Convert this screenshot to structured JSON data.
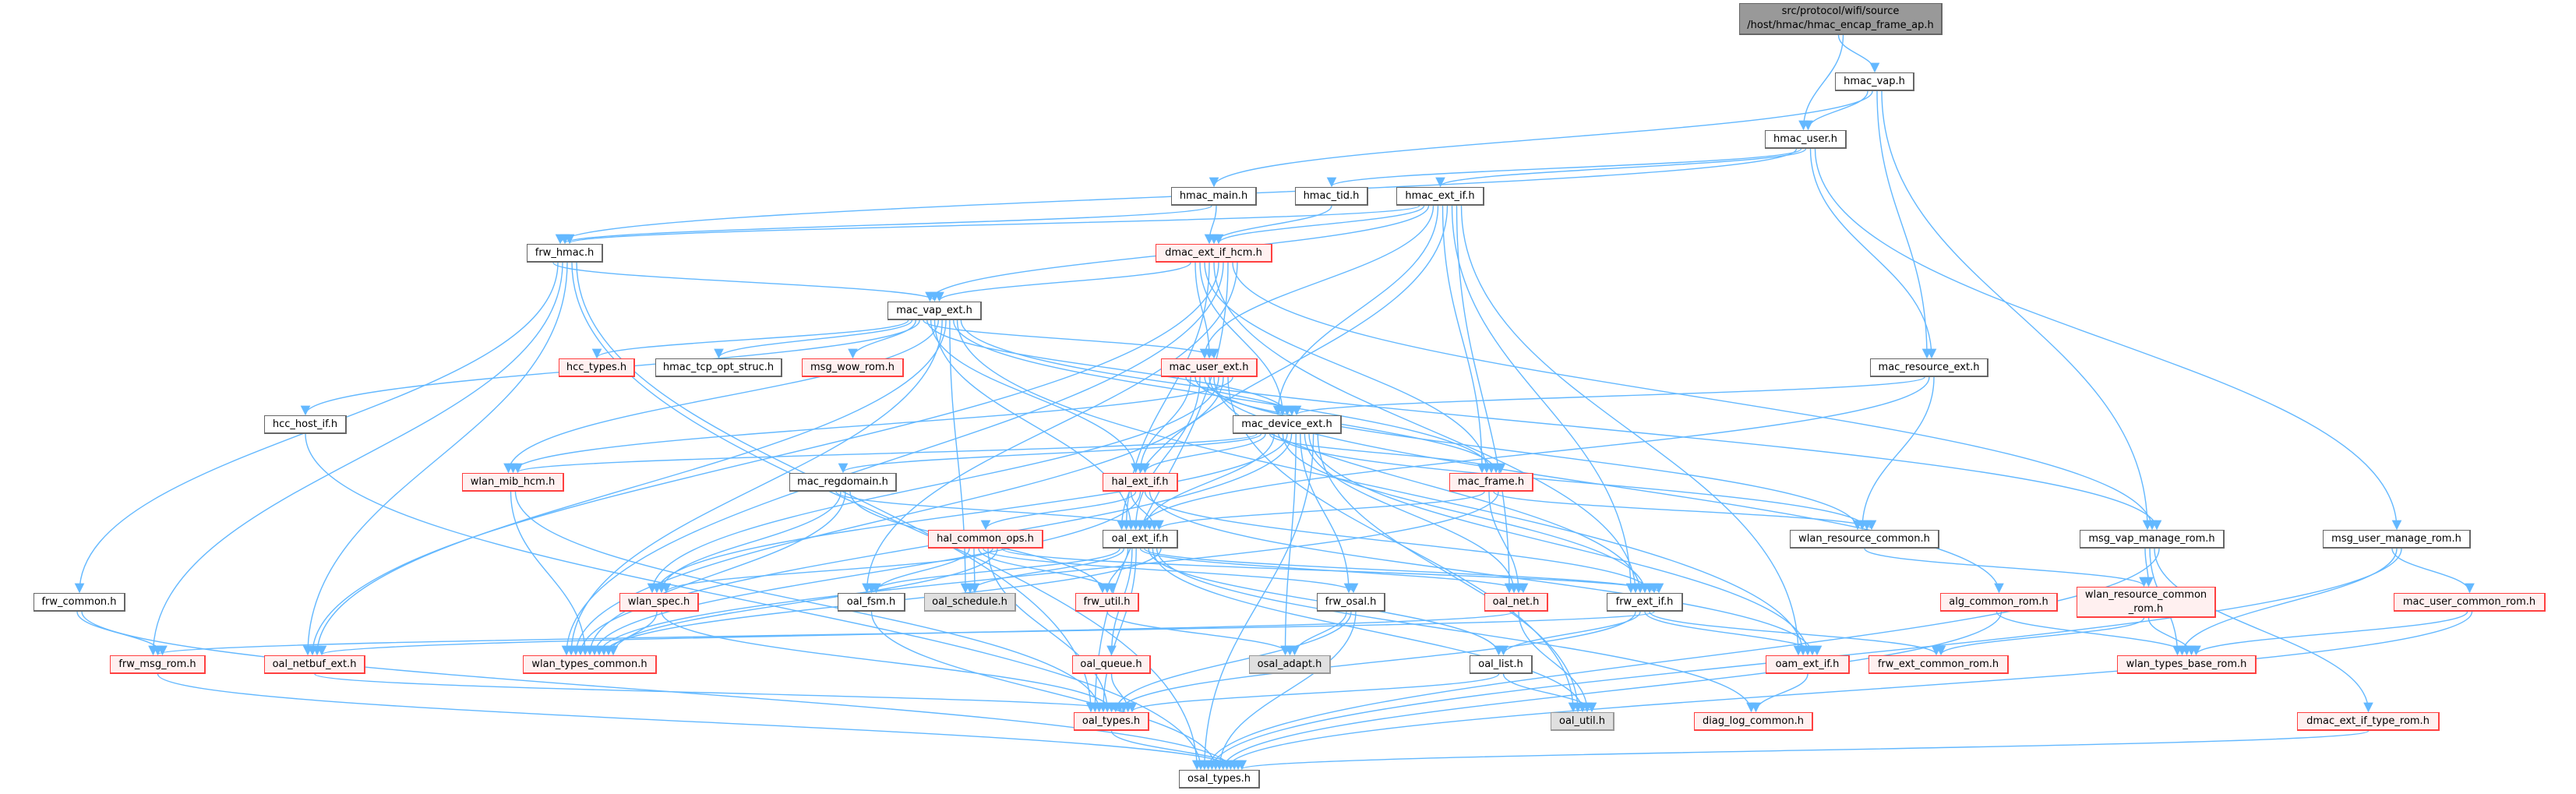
{
  "colors": {
    "edge": "#63b8ff",
    "missing_border": "#ff4040",
    "missing_fill": "#fff0f0",
    "external_fill": "#e0e0e0",
    "root_fill": "#999999"
  },
  "nodes": {
    "root": "src/protocol/wifi/source\n/host/hmac/hmac_encap_frame_ap.h",
    "hmac_vap": "hmac_vap.h",
    "hmac_user": "hmac_user.h",
    "hmac_main": "hmac_main.h",
    "hmac_tid": "hmac_tid.h",
    "hmac_ext_if": "hmac_ext_if.h",
    "frw_hmac": "frw_hmac.h",
    "dmac_ext_if_hcm": "dmac_ext_if_hcm.h",
    "mac_vap_ext": "mac_vap_ext.h",
    "hcc_types": "hcc_types.h",
    "hmac_tcp_opt_struc": "hmac_tcp_opt_struc.h",
    "msg_wow_rom": "msg_wow_rom.h",
    "mac_user_ext": "mac_user_ext.h",
    "mac_resource_ext": "mac_resource_ext.h",
    "hcc_host_if": "hcc_host_if.h",
    "mac_device_ext": "mac_device_ext.h",
    "wlan_mib_hcm": "wlan_mib_hcm.h",
    "mac_regdomain": "mac_regdomain.h",
    "hal_ext_if": "hal_ext_if.h",
    "mac_frame": "mac_frame.h",
    "hal_common_ops": "hal_common_ops.h",
    "oal_ext_if": "oal_ext_if.h",
    "wlan_resource_common": "wlan_resource_common.h",
    "msg_vap_manage_rom": "msg_vap_manage_rom.h",
    "msg_user_manage_rom": "msg_user_manage_rom.h",
    "frw_common": "frw_common.h",
    "wlan_spec": "wlan_spec.h",
    "oal_fsm": "oal_fsm.h",
    "oal_schedule": "oal_schedule.h",
    "frw_util": "frw_util.h",
    "frw_osal": "frw_osal.h",
    "oal_net": "oal_net.h",
    "frw_ext_if": "frw_ext_if.h",
    "alg_common_rom": "alg_common_rom.h",
    "wlan_resource_common_rom": "wlan_resource_common\n_rom.h",
    "mac_user_common_rom": "mac_user_common_rom.h",
    "frw_msg_rom": "frw_msg_rom.h",
    "oal_netbuf_ext": "oal_netbuf_ext.h",
    "wlan_types_common": "wlan_types_common.h",
    "oal_queue": "oal_queue.h",
    "osal_adapt": "osal_adapt.h",
    "oal_list": "oal_list.h",
    "oam_ext_if": "oam_ext_if.h",
    "frw_ext_common_rom": "frw_ext_common_rom.h",
    "wlan_types_base_rom": "wlan_types_base_rom.h",
    "oal_types": "oal_types.h",
    "oal_util": "oal_util.h",
    "diag_log_common": "diag_log_common.h",
    "dmac_ext_if_type_rom": "dmac_ext_if_type_rom.h",
    "osal_types": "osal_types.h"
  },
  "edges": [
    [
      "root",
      "hmac_vap"
    ],
    [
      "root",
      "hmac_user"
    ],
    [
      "hmac_vap",
      "hmac_user"
    ],
    [
      "hmac_vap",
      "hmac_main"
    ],
    [
      "hmac_vap",
      "mac_resource_ext"
    ],
    [
      "hmac_vap",
      "msg_vap_manage_rom"
    ],
    [
      "hmac_user",
      "frw_hmac"
    ],
    [
      "hmac_user",
      "hmac_tid"
    ],
    [
      "hmac_user",
      "hmac_ext_if"
    ],
    [
      "hmac_user",
      "mac_resource_ext"
    ],
    [
      "hmac_user",
      "msg_user_manage_rom"
    ],
    [
      "hmac_main",
      "frw_hmac"
    ],
    [
      "hmac_main",
      "dmac_ext_if_hcm"
    ],
    [
      "hmac_tid",
      "dmac_ext_if_hcm"
    ],
    [
      "hmac_ext_if",
      "frw_hmac"
    ],
    [
      "hmac_ext_if",
      "dmac_ext_if_hcm"
    ],
    [
      "hmac_ext_if",
      "mac_vap_ext"
    ],
    [
      "hmac_ext_if",
      "mac_user_ext"
    ],
    [
      "hmac_ext_if",
      "mac_device_ext"
    ],
    [
      "hmac_ext_if",
      "mac_frame"
    ],
    [
      "hmac_ext_if",
      "oal_ext_if"
    ],
    [
      "hmac_ext_if",
      "frw_ext_if"
    ],
    [
      "hmac_ext_if",
      "oal_net"
    ],
    [
      "hmac_ext_if",
      "oam_ext_if"
    ],
    [
      "frw_hmac",
      "mac_vap_ext"
    ],
    [
      "frw_hmac",
      "frw_common"
    ],
    [
      "frw_hmac",
      "frw_msg_rom"
    ],
    [
      "frw_hmac",
      "oal_netbuf_ext"
    ],
    [
      "frw_hmac",
      "osal_types"
    ],
    [
      "frw_hmac",
      "oal_types"
    ],
    [
      "dmac_ext_if_hcm",
      "mac_vap_ext"
    ],
    [
      "dmac_ext_if_hcm",
      "mac_user_ext"
    ],
    [
      "dmac_ext_if_hcm",
      "mac_device_ext"
    ],
    [
      "dmac_ext_if_hcm",
      "mac_frame"
    ],
    [
      "dmac_ext_if_hcm",
      "oal_ext_if"
    ],
    [
      "dmac_ext_if_hcm",
      "frw_ext_if"
    ],
    [
      "dmac_ext_if_hcm",
      "oal_netbuf_ext"
    ],
    [
      "dmac_ext_if_hcm",
      "wlan_types_common"
    ],
    [
      "dmac_ext_if_hcm",
      "oal_types"
    ],
    [
      "dmac_ext_if_hcm",
      "msg_vap_manage_rom"
    ],
    [
      "dmac_ext_if_hcm",
      "oal_fsm"
    ],
    [
      "mac_vap_ext",
      "hcc_types"
    ],
    [
      "mac_vap_ext",
      "hmac_tcp_opt_struc"
    ],
    [
      "mac_vap_ext",
      "msg_wow_rom"
    ],
    [
      "mac_vap_ext",
      "hcc_host_if"
    ],
    [
      "mac_vap_ext",
      "mac_user_ext"
    ],
    [
      "mac_vap_ext",
      "mac_device_ext"
    ],
    [
      "mac_vap_ext",
      "hal_ext_if"
    ],
    [
      "mac_vap_ext",
      "oal_ext_if"
    ],
    [
      "mac_vap_ext",
      "wlan_mib_hcm"
    ],
    [
      "mac_vap_ext",
      "wlan_types_common"
    ],
    [
      "mac_vap_ext",
      "oal_netbuf_ext"
    ],
    [
      "mac_vap_ext",
      "oal_schedule"
    ],
    [
      "mac_vap_ext",
      "mac_frame"
    ],
    [
      "mac_vap_ext",
      "oam_ext_if"
    ],
    [
      "mac_vap_ext",
      "msg_vap_manage_rom"
    ],
    [
      "mac_user_ext",
      "mac_device_ext"
    ],
    [
      "mac_user_ext",
      "hal_ext_if"
    ],
    [
      "mac_user_ext",
      "mac_frame"
    ],
    [
      "mac_user_ext",
      "oal_ext_if"
    ],
    [
      "mac_user_ext",
      "wlan_resource_common"
    ],
    [
      "mac_user_ext",
      "alg_common_rom"
    ],
    [
      "mac_user_ext",
      "frw_ext_if"
    ],
    [
      "mac_user_ext",
      "wlan_spec"
    ],
    [
      "mac_user_ext",
      "wlan_types_common"
    ],
    [
      "mac_user_ext",
      "oal_util"
    ],
    [
      "mac_user_ext",
      "wlan_mib_hcm"
    ],
    [
      "mac_resource_ext",
      "mac_device_ext"
    ],
    [
      "mac_resource_ext",
      "oal_ext_if"
    ],
    [
      "mac_resource_ext",
      "wlan_resource_common"
    ],
    [
      "hcc_host_if",
      "osal_types"
    ],
    [
      "mac_device_ext",
      "wlan_mib_hcm"
    ],
    [
      "mac_device_ext",
      "mac_regdomain"
    ],
    [
      "mac_device_ext",
      "hal_ext_if"
    ],
    [
      "mac_device_ext",
      "mac_frame"
    ],
    [
      "mac_device_ext",
      "oal_ext_if"
    ],
    [
      "mac_device_ext",
      "wlan_resource_common"
    ],
    [
      "mac_device_ext",
      "frw_ext_if"
    ],
    [
      "mac_device_ext",
      "wlan_spec"
    ],
    [
      "mac_device_ext",
      "wlan_types_common"
    ],
    [
      "mac_device_ext",
      "osal_adapt"
    ],
    [
      "mac_device_ext",
      "frw_osal"
    ],
    [
      "mac_device_ext",
      "oal_net"
    ],
    [
      "mac_device_ext",
      "oam_ext_if"
    ],
    [
      "mac_device_ext",
      "osal_types"
    ],
    [
      "mac_device_ext",
      "oal_util"
    ],
    [
      "wlan_mib_hcm",
      "wlan_types_common"
    ],
    [
      "wlan_mib_hcm",
      "oal_types"
    ],
    [
      "mac_regdomain",
      "oal_ext_if"
    ],
    [
      "mac_regdomain",
      "wlan_spec"
    ],
    [
      "mac_regdomain",
      "wlan_types_common"
    ],
    [
      "mac_regdomain",
      "frw_util"
    ],
    [
      "hal_ext_if",
      "oal_ext_if"
    ],
    [
      "hal_ext_if",
      "hal_common_ops"
    ],
    [
      "hal_ext_if",
      "wlan_types_common"
    ],
    [
      "hal_ext_if",
      "frw_ext_if"
    ],
    [
      "hal_ext_if",
      "oam_ext_if"
    ],
    [
      "mac_frame",
      "oal_ext_if"
    ],
    [
      "mac_frame",
      "oal_net"
    ],
    [
      "mac_frame",
      "wlan_resource_common"
    ],
    [
      "mac_frame",
      "wlan_types_common"
    ],
    [
      "oal_ext_if",
      "oal_fsm"
    ],
    [
      "oal_ext_if",
      "oal_schedule"
    ],
    [
      "oal_ext_if",
      "frw_util"
    ],
    [
      "oal_ext_if",
      "oal_queue"
    ],
    [
      "oal_ext_if",
      "oal_types"
    ],
    [
      "oal_ext_if",
      "oal_net"
    ],
    [
      "oal_ext_if",
      "frw_ext_if"
    ],
    [
      "oal_ext_if",
      "oal_list"
    ],
    [
      "oal_ext_if",
      "oal_util"
    ],
    [
      "oal_ext_if",
      "diag_log_common"
    ],
    [
      "oal_ext_if",
      "wlan_types_common"
    ],
    [
      "hal_common_ops",
      "oal_fsm"
    ],
    [
      "hal_common_ops",
      "oal_schedule"
    ],
    [
      "hal_common_ops",
      "frw_util"
    ],
    [
      "hal_common_ops",
      "frw_osal"
    ],
    [
      "hal_common_ops",
      "oal_types"
    ],
    [
      "hal_common_ops",
      "wlan_spec"
    ],
    [
      "hal_common_ops",
      "wlan_types_common"
    ],
    [
      "hal_common_ops",
      "frw_ext_if"
    ],
    [
      "wlan_resource_common",
      "wlan_resource_common_rom"
    ],
    [
      "msg_vap_manage_rom",
      "wlan_resource_common_rom"
    ],
    [
      "msg_vap_manage_rom",
      "wlan_types_base_rom"
    ],
    [
      "msg_vap_manage_rom",
      "dmac_ext_if_type_rom"
    ],
    [
      "msg_vap_manage_rom",
      "osal_types"
    ],
    [
      "msg_user_manage_rom",
      "mac_user_common_rom"
    ],
    [
      "msg_user_manage_rom",
      "wlan_types_base_rom"
    ],
    [
      "msg_user_manage_rom",
      "osal_types"
    ],
    [
      "wlan_spec",
      "wlan_types_common"
    ],
    [
      "wlan_spec",
      "oal_types"
    ],
    [
      "oal_fsm",
      "osal_types"
    ],
    [
      "frw_util",
      "osal_adapt"
    ],
    [
      "frw_osal",
      "osal_adapt"
    ],
    [
      "frw_osal",
      "oal_types"
    ],
    [
      "frw_osal",
      "osal_types"
    ],
    [
      "oal_net",
      "oal_netbuf_ext"
    ],
    [
      "oal_net",
      "oal_util"
    ],
    [
      "frw_ext_if",
      "oal_types"
    ],
    [
      "frw_ext_if",
      "oal_list"
    ],
    [
      "frw_ext_if",
      "oam_ext_if"
    ],
    [
      "frw_ext_if",
      "frw_ext_common_rom"
    ],
    [
      "frw_ext_if",
      "frw_msg_rom"
    ],
    [
      "alg_common_rom",
      "wlan_types_base_rom"
    ],
    [
      "alg_common_rom",
      "osal_types"
    ],
    [
      "wlan_resource_common_rom",
      "frw_ext_common_rom"
    ],
    [
      "wlan_resource_common_rom",
      "wlan_types_base_rom"
    ],
    [
      "mac_user_common_rom",
      "wlan_types_base_rom"
    ],
    [
      "mac_user_common_rom",
      "osal_types"
    ],
    [
      "frw_common",
      "frw_msg_rom"
    ],
    [
      "frw_common",
      "osal_types"
    ],
    [
      "frw_msg_rom",
      "osal_types"
    ],
    [
      "oal_netbuf_ext",
      "oal_types"
    ],
    [
      "oal_queue",
      "oal_types"
    ],
    [
      "oal_list",
      "oal_types"
    ],
    [
      "oal_list",
      "oal_util"
    ],
    [
      "oam_ext_if",
      "diag_log_common"
    ],
    [
      "oal_types",
      "osal_types"
    ],
    [
      "dmac_ext_if_type_rom",
      "osal_types"
    ]
  ]
}
